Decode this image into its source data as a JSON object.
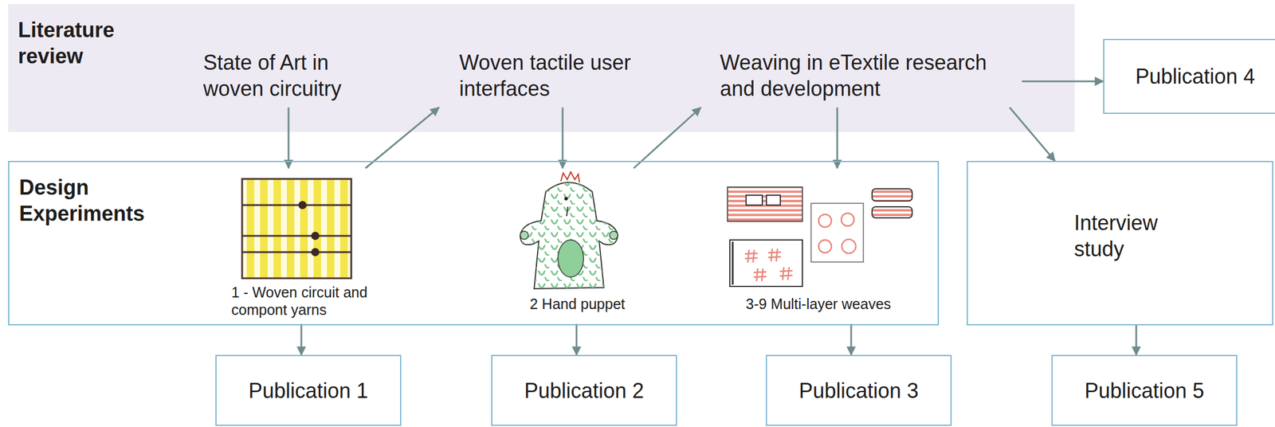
{
  "diagram": {
    "nodes": [
      {
        "text": [
          "Literature review"
        ]
      },
      {
        "text": [
          "State of Art in woven circuitry"
        ],
        "in": 0
      },
      {
        "text": [
          "Woven tactile user interfaces"
        ],
        "in": 0
      },
      {
        "text": [
          "Weaving in eTextile research and development"
        ],
        "in": 0
      },
      {
        "text": [
          "Publication 4"
        ]
      },
      {
        "text": [
          "Design Experiments"
        ]
      },
      {
        "text": [
          "1 - Woven circuit and compont yarns"
        ],
        "in": 5
      },
      {
        "text": [
          "2 Hand puppet"
        ],
        "in": 5
      },
      {
        "text": [
          "3-9 Multi-layer weaves"
        ],
        "in": 5
      },
      {
        "text": [
          "Interview study"
        ]
      },
      {
        "text": [
          "Publication 1"
        ]
      },
      {
        "text": [
          "Publication 2"
        ]
      },
      {
        "text": [
          "Publication 3"
        ]
      },
      {
        "text": [
          "Publication 5"
        ]
      }
    ],
    "edges": [
      {
        "from": 1,
        "to": 6,
        "arrow": "to"
      },
      {
        "from": 6,
        "to": 2,
        "arrow": "to"
      },
      {
        "from": 2,
        "to": 7,
        "arrow": "to"
      },
      {
        "from": 7,
        "to": 3,
        "arrow": "to"
      },
      {
        "from": 3,
        "to": 8,
        "arrow": "to"
      },
      {
        "from": 3,
        "to": 4,
        "arrow": "to"
      },
      {
        "from": 3,
        "to": 9,
        "arrow": "to"
      },
      {
        "from": 6,
        "to": 10,
        "arrow": "to"
      },
      {
        "from": 7,
        "to": 11,
        "arrow": "to"
      },
      {
        "from": 8,
        "to": 12,
        "arrow": "to"
      },
      {
        "from": 9,
        "to": 13,
        "arrow": "to"
      }
    ]
  }
}
